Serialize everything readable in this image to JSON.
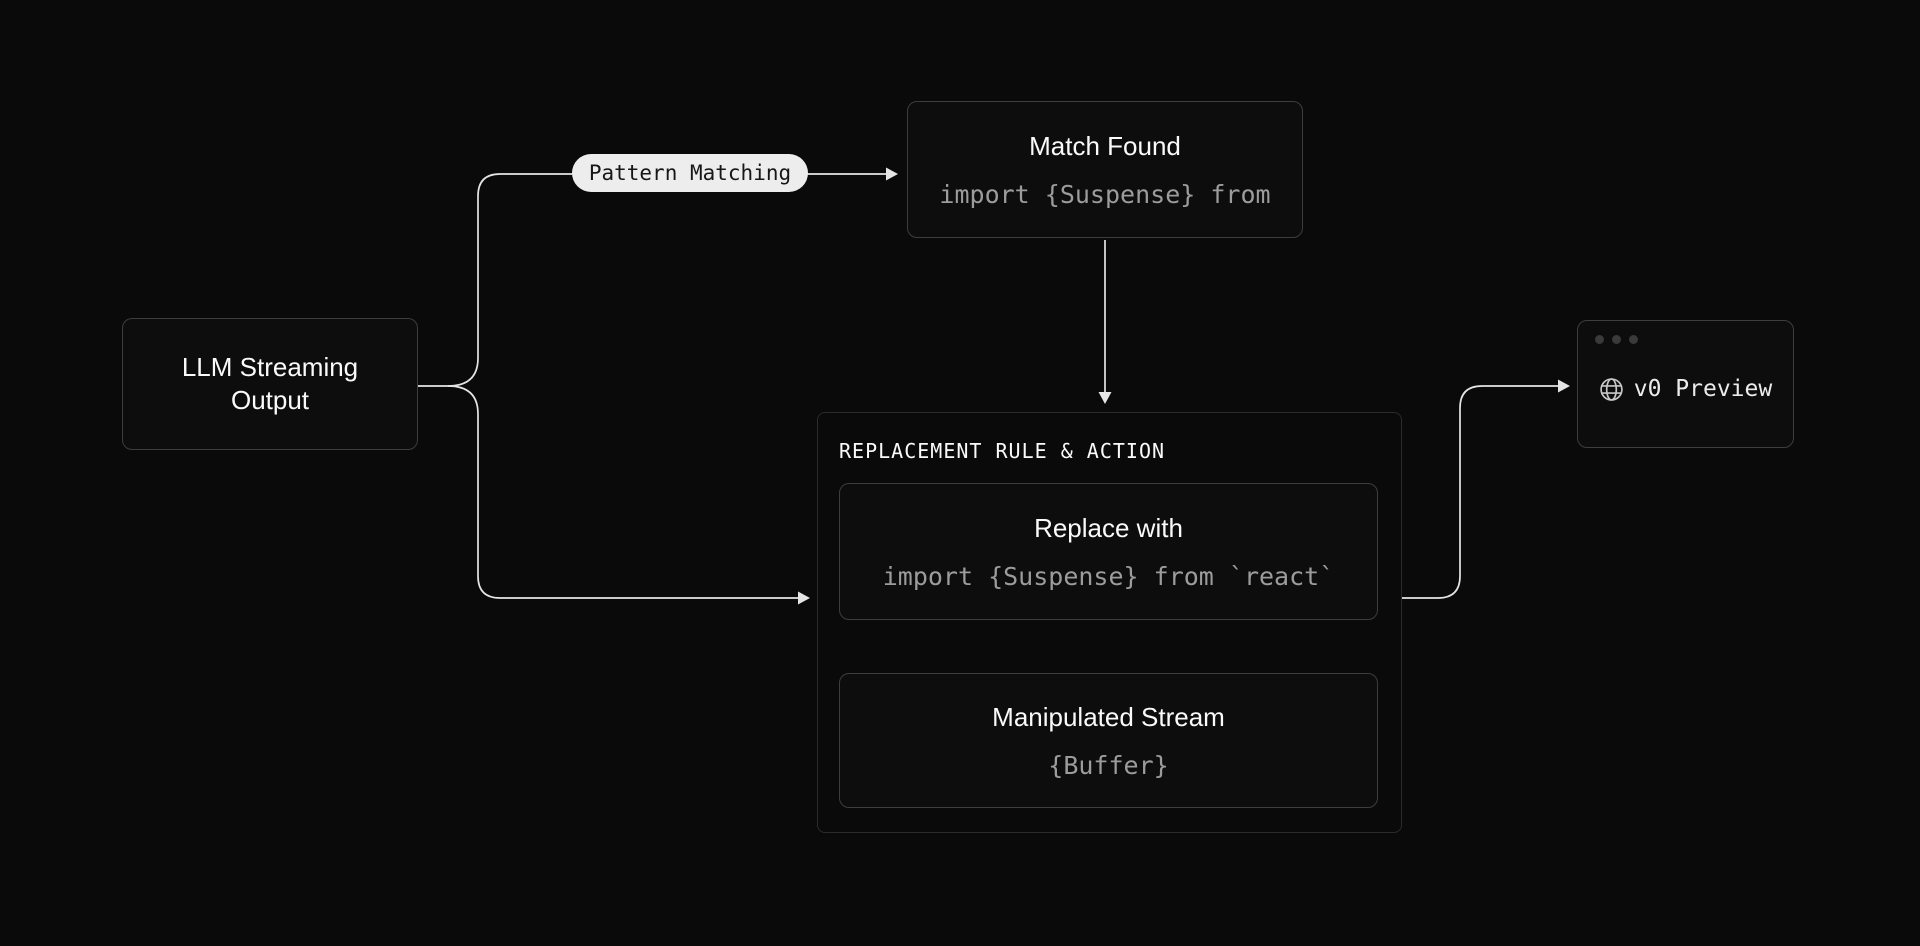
{
  "colors": {
    "background": "#0a0a0a",
    "node-bg": "#0d0d0d",
    "node-border": "#3d3d3d",
    "group-border": "#2b2b2b",
    "text-primary": "#fafafa",
    "text-code": "#9c9c9c",
    "badge-bg": "#ededed",
    "badge-text": "#171717",
    "edge": "#e5e5e5",
    "edge-dashed": "#8a8a8a",
    "window-dot": "#3a3a3a",
    "globe": "#c8c8c8"
  },
  "nodes": {
    "llm_output": {
      "title": "LLM Streaming Output"
    },
    "pattern_badge": {
      "label": "Pattern Matching"
    },
    "match_found": {
      "title": "Match Found",
      "code": "import {Suspense} from"
    },
    "replacement_group": {
      "header": "REPLACEMENT RULE & ACTION"
    },
    "replace_with": {
      "title": "Replace with",
      "code": "import {Suspense} from `react`"
    },
    "manipulated_stream": {
      "title": "Manipulated Stream",
      "code": "{Buffer}"
    },
    "v0_preview": {
      "label": "v0 Preview"
    }
  }
}
